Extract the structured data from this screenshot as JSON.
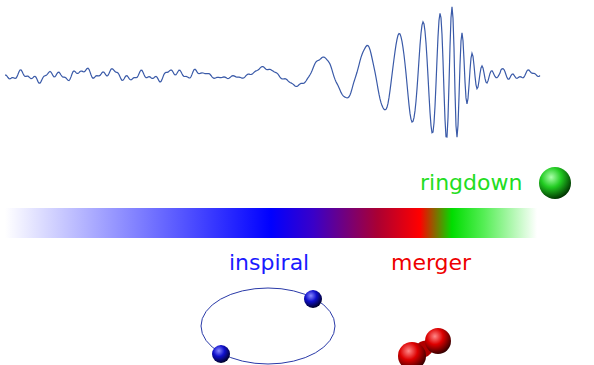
{
  "diagram": {
    "labels": [
      "ringdown",
      "inspiral",
      "merger"
    ]
  }
}
